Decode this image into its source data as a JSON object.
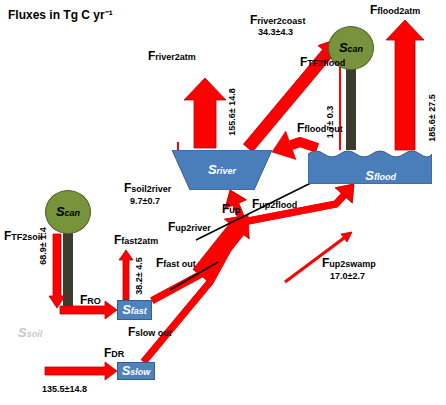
{
  "diagram": {
    "title": "Fluxes in Tg C yr⁻¹",
    "nodes": [
      {
        "text": [
          "Scan"
        ]
      },
      {
        "text": [
          "Sriver"
        ]
      },
      {
        "text": [
          "Sflood"
        ]
      },
      {
        "text": [
          "Scan"
        ]
      },
      {
        "text": [
          "Sfast"
        ]
      },
      {
        "text": [
          "Sslow"
        ]
      }
    ],
    "edges": [
      {
        "from": 4,
        "to": 1,
        "arrow": "to"
      },
      {
        "from": 5,
        "to": 1,
        "arrow": "to"
      },
      {
        "from": 4,
        "to": 2,
        "arrow": "to"
      },
      {
        "from": 5,
        "to": 2,
        "arrow": "to"
      },
      {
        "from": 2,
        "to": 1,
        "label": "Fflood out",
        "arrow": "to"
      }
    ],
    "labels": [
      "Friver2coast",
      "34.3±4.3",
      "Fflood2atm",
      "FTF2flood",
      "1.7± 0.3",
      "185.6± 27.5",
      "Friver2atm",
      "155.6± 14.8",
      "Fsoil2river",
      "9.7±0.7",
      "FTF2soil",
      "68.9± 1.4",
      "FRO",
      "Ffast2atm",
      "38.2± 4.5",
      "Ffast out",
      "Fslow out",
      "FDR",
      "135.5±14.8",
      "Ssoil",
      "Fup2river",
      "Fup",
      "Fup2flood",
      "Fup2swamp",
      "17.0±2.7"
    ]
  }
}
